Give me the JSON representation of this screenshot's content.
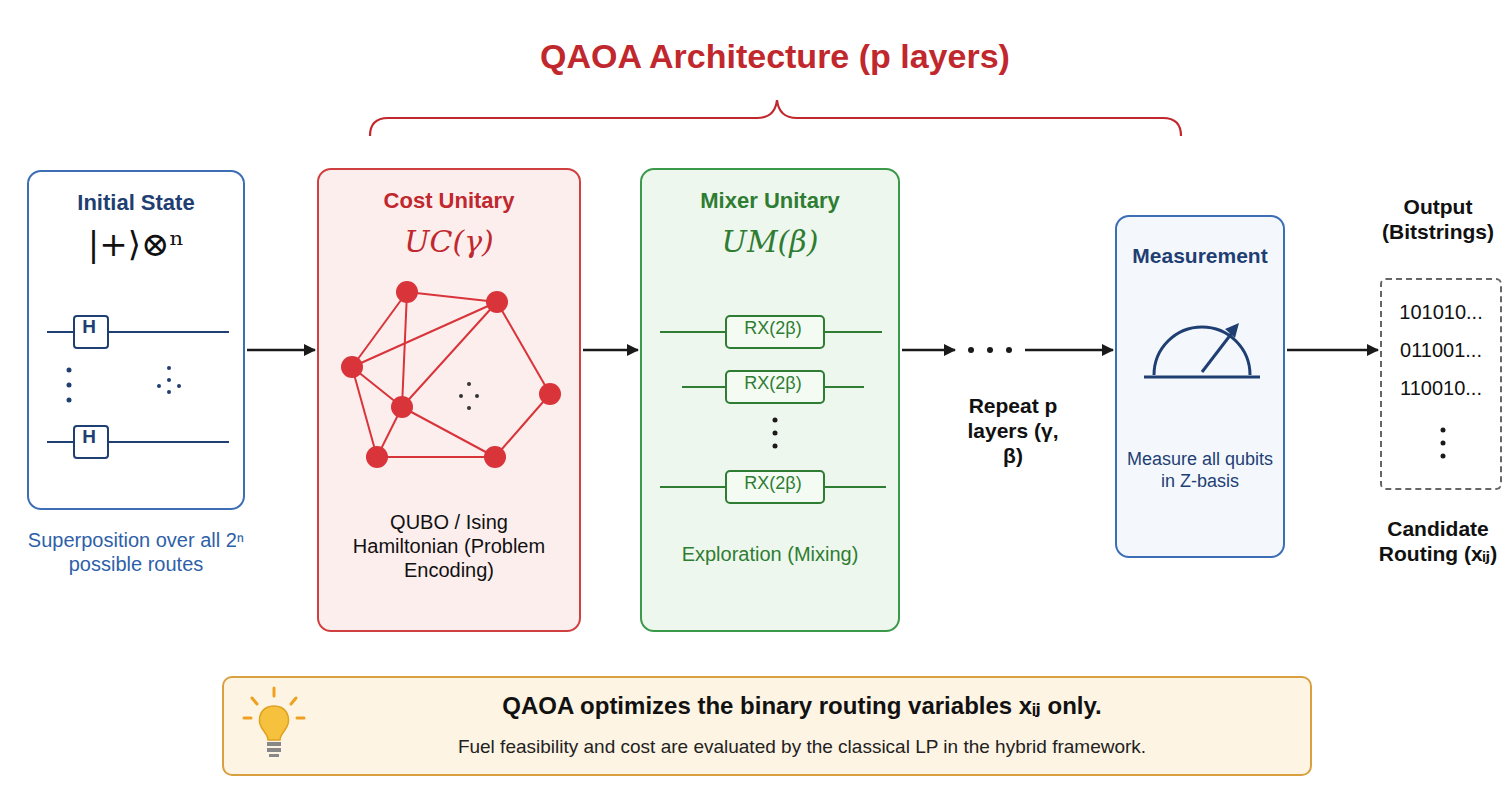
{
  "diagram": {
    "title": "QAOA Architecture (p layers)",
    "nodes": [
      {
        "text": [
          "Initial State",
          "|+⟩⊗ⁿ",
          "Superposition over all 2ⁿ possible routes"
        ]
      },
      {
        "text": [
          "Cost Unitary",
          "UC(γ)",
          "QUBO / Ising Hamiltonian (Problem Encoding)"
        ]
      },
      {
        "text": [
          "Mixer Unitary",
          "UM(β)",
          "Exploration (Mixing)"
        ]
      },
      {
        "text": [
          "Measurement",
          "Measure all qubits in Z-basis"
        ]
      },
      {
        "text": [
          "Output (Bitstrings)",
          "101010...",
          "011001...",
          "110010...",
          "Candidate Routing (xᵢⱼ)"
        ]
      },
      {
        "text": [
          "QAOA optimizes the binary routing variables xᵢⱼ only.",
          "Fuel feasibility and cost are evaluated by the classical LP in the hybrid framework."
        ]
      }
    ],
    "edges": [
      {
        "from": 0,
        "to": 1,
        "arrow": "to"
      },
      {
        "from": 1,
        "to": 2,
        "arrow": "to"
      },
      {
        "from": 2,
        "to": 3,
        "arrow": "to"
      },
      {
        "from": 3,
        "to": 4,
        "arrow": "to"
      }
    ],
    "labels": [
      "H",
      "H",
      "RX(2β)",
      "RX(2β)",
      "RX(2β)",
      "Repeat p layers (γ, β)"
    ]
  }
}
